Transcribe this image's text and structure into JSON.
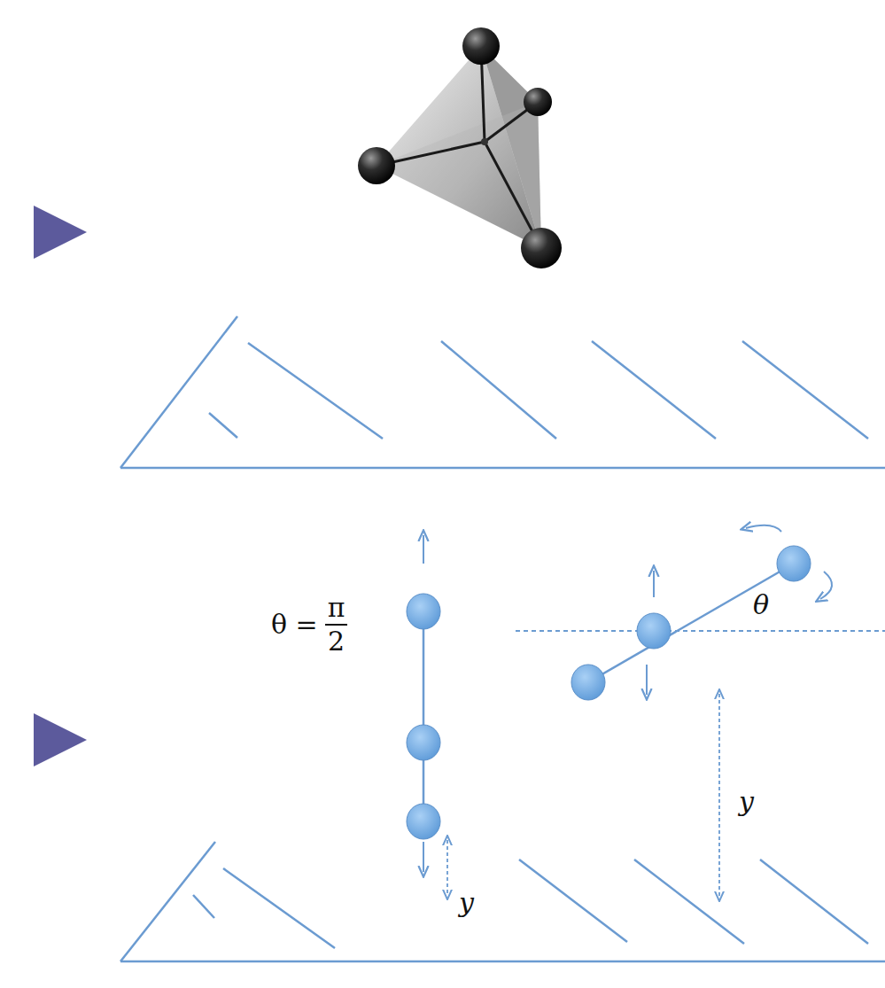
{
  "diagram": {
    "labels": [
      "θ =",
      "π",
      "2",
      "y",
      "θ",
      "y"
    ]
  }
}
